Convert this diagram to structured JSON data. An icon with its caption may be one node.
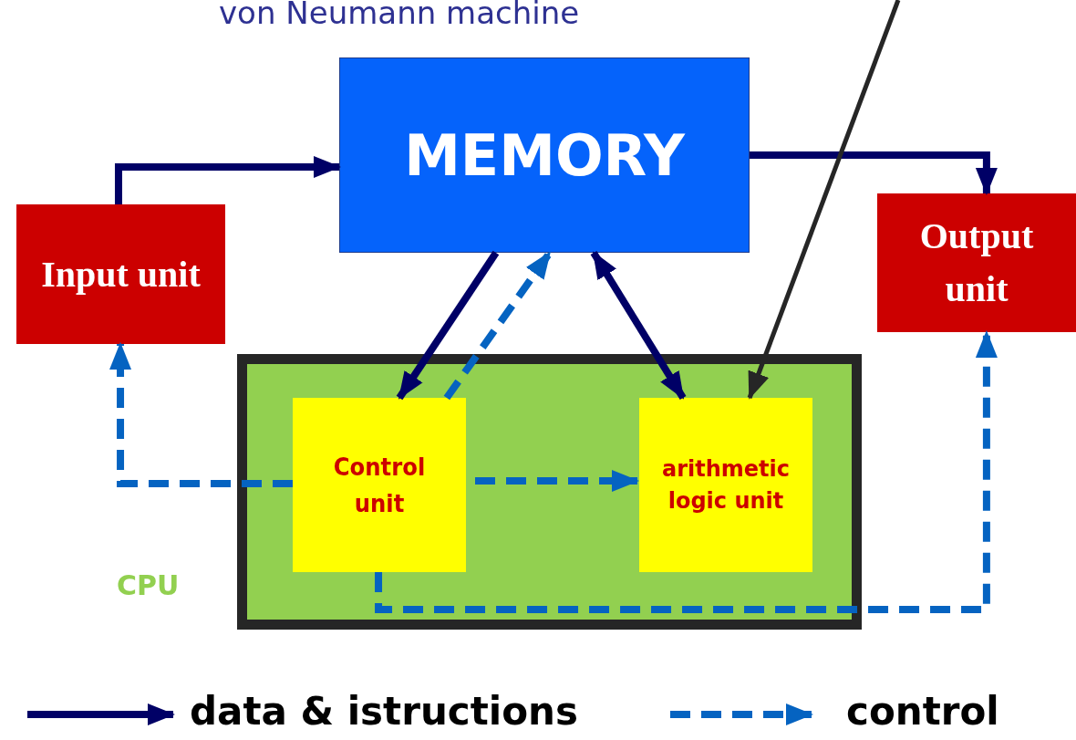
{
  "diagram": {
    "title": "von Neumann machine",
    "nodes": [
      {
        "text": [
          "MEMORY"
        ]
      },
      {
        "text": [
          "Input unit"
        ]
      },
      {
        "text": [
          "Output unit"
        ]
      },
      {
        "text": [
          "CPU"
        ]
      },
      {
        "text": [
          "Control unit"
        ],
        "in": 3
      },
      {
        "text": [
          "arithmetic logic unit"
        ],
        "in": 3
      }
    ],
    "edges": [
      {
        "from": 1,
        "to": 0,
        "arrow": "to"
      },
      {
        "from": 0,
        "to": 2,
        "arrow": "to"
      },
      {
        "from": 0,
        "to": 4,
        "arrow": "to"
      },
      {
        "from": 4,
        "to": 0,
        "arrow": "to",
        "style": "dashed",
        "color": "#0563c1"
      },
      {
        "from": 5,
        "to": 0,
        "arrow": "both"
      },
      {
        "from": 4,
        "to": 1,
        "arrow": "to",
        "style": "dashed",
        "color": "#0563c1"
      },
      {
        "from": 4,
        "to": 5,
        "arrow": "to",
        "style": "dashed",
        "color": "#0563c1"
      },
      {
        "from": 4,
        "to": 2,
        "arrow": "to",
        "style": "dashed",
        "color": "#0563c1"
      },
      {
        "from": null,
        "to": 5,
        "arrow": "to",
        "color": "#262626"
      }
    ],
    "legend": [
      {
        "text": "data & istructions"
      },
      {
        "text": "control"
      }
    ]
  }
}
